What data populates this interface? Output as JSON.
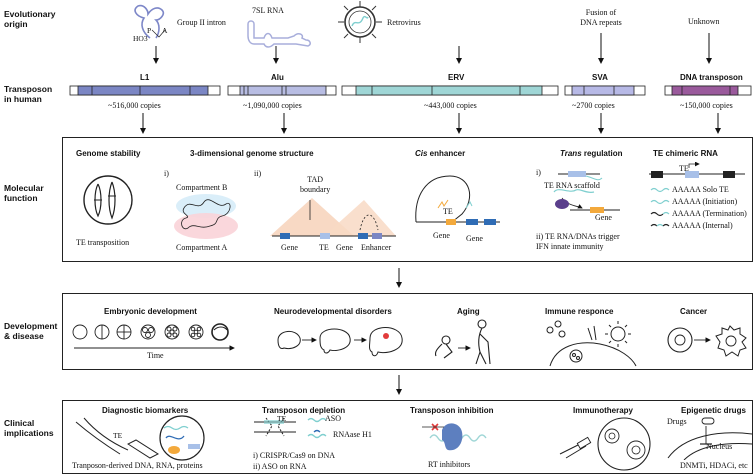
{
  "row_labels": {
    "origin": [
      "Evolutionary",
      "origin"
    ],
    "transposon": [
      "Transposon",
      "in human"
    ],
    "molecular": [
      "Molecular",
      "function"
    ],
    "development": [
      "Development",
      "& disease"
    ],
    "clinical": [
      "Clinical",
      "implications"
    ]
  },
  "origins": {
    "intron_label": "Group II intron",
    "intron_p": "P",
    "intron_a": "A",
    "intron_ho3": "HO3",
    "srna_label": "7SL RNA",
    "retro_label": "Retrovirus",
    "fusion_label": [
      "Fusion of",
      "DNA repeats"
    ],
    "unknown_label": "Unknown"
  },
  "transposons": [
    {
      "name": "L1",
      "copies": "~516,000 copies",
      "color": "#7b86c4"
    },
    {
      "name": "Alu",
      "copies": "~1,090,000 copies",
      "color": "#b8bde3"
    },
    {
      "name": "ERV",
      "copies": "~443,000 copies",
      "color": "#9fd6d6"
    },
    {
      "name": "SVA",
      "copies": "~2700 copies",
      "color": "#b7b9e6"
    },
    {
      "name": "DNA transposon",
      "copies": "~150,000 copies",
      "color": "#9a5a9c"
    }
  ],
  "molecular": {
    "genome_stability": "Genome stability",
    "te_transposition": "TE transposition",
    "three_d_title": "3-dimensional genome structure",
    "roman_i": "i)",
    "roman_ii": "ii)",
    "compartment_b": "Compartment B",
    "compartment_a": "Compartment A",
    "tad_boundary": [
      "TAD",
      "boundary"
    ],
    "gene": "Gene",
    "te": "TE",
    "enhancer": "Enhancer",
    "cis_title_em": "Cis",
    "cis_title_rest": " enhancer",
    "trans_title_em": "Trans",
    "trans_title_rest": " regulation",
    "te_rna_scaffold": "TE RNA scaffold",
    "trans_ii": [
      "ii) TE RNA/DNAs trigger",
      "IFN innate immunity"
    ],
    "chimeric_title": "TE chimeric RNA",
    "chimeric_items": [
      "AAAAA Solo TE",
      "AAAAA   (Initiation)",
      "AAAAA   (Termination)",
      "AAAAA   (Internal)"
    ]
  },
  "development": {
    "embryonic": "Embryonic development",
    "time": "Time",
    "neuro": "Neurodevelopmental disorders",
    "aging": "Aging",
    "immune": "Immune responce",
    "cancer": "Cancer"
  },
  "clinical": {
    "biomarkers": "Diagnostic biomarkers",
    "biomarkers_sub": "Tranposon-derived DNA, RNA, proteins",
    "te": "TE",
    "depletion": "Transposon depletion",
    "aso": "ASO",
    "rnase": "RNAase H1",
    "crispr": "i)   CRISPR/Cas9 on DNA",
    "aso_rna": "ii) ASO on RNA",
    "inhibition": "Transposon inhibition",
    "rt": "RT inhibitors",
    "immunotherapy": "Immunotherapy",
    "epigenetic": "Epigenetic drugs",
    "drugs": "Drugs",
    "nucleus": "Nucleus",
    "epi_sub": "DNMTi, HDACi, etc"
  }
}
